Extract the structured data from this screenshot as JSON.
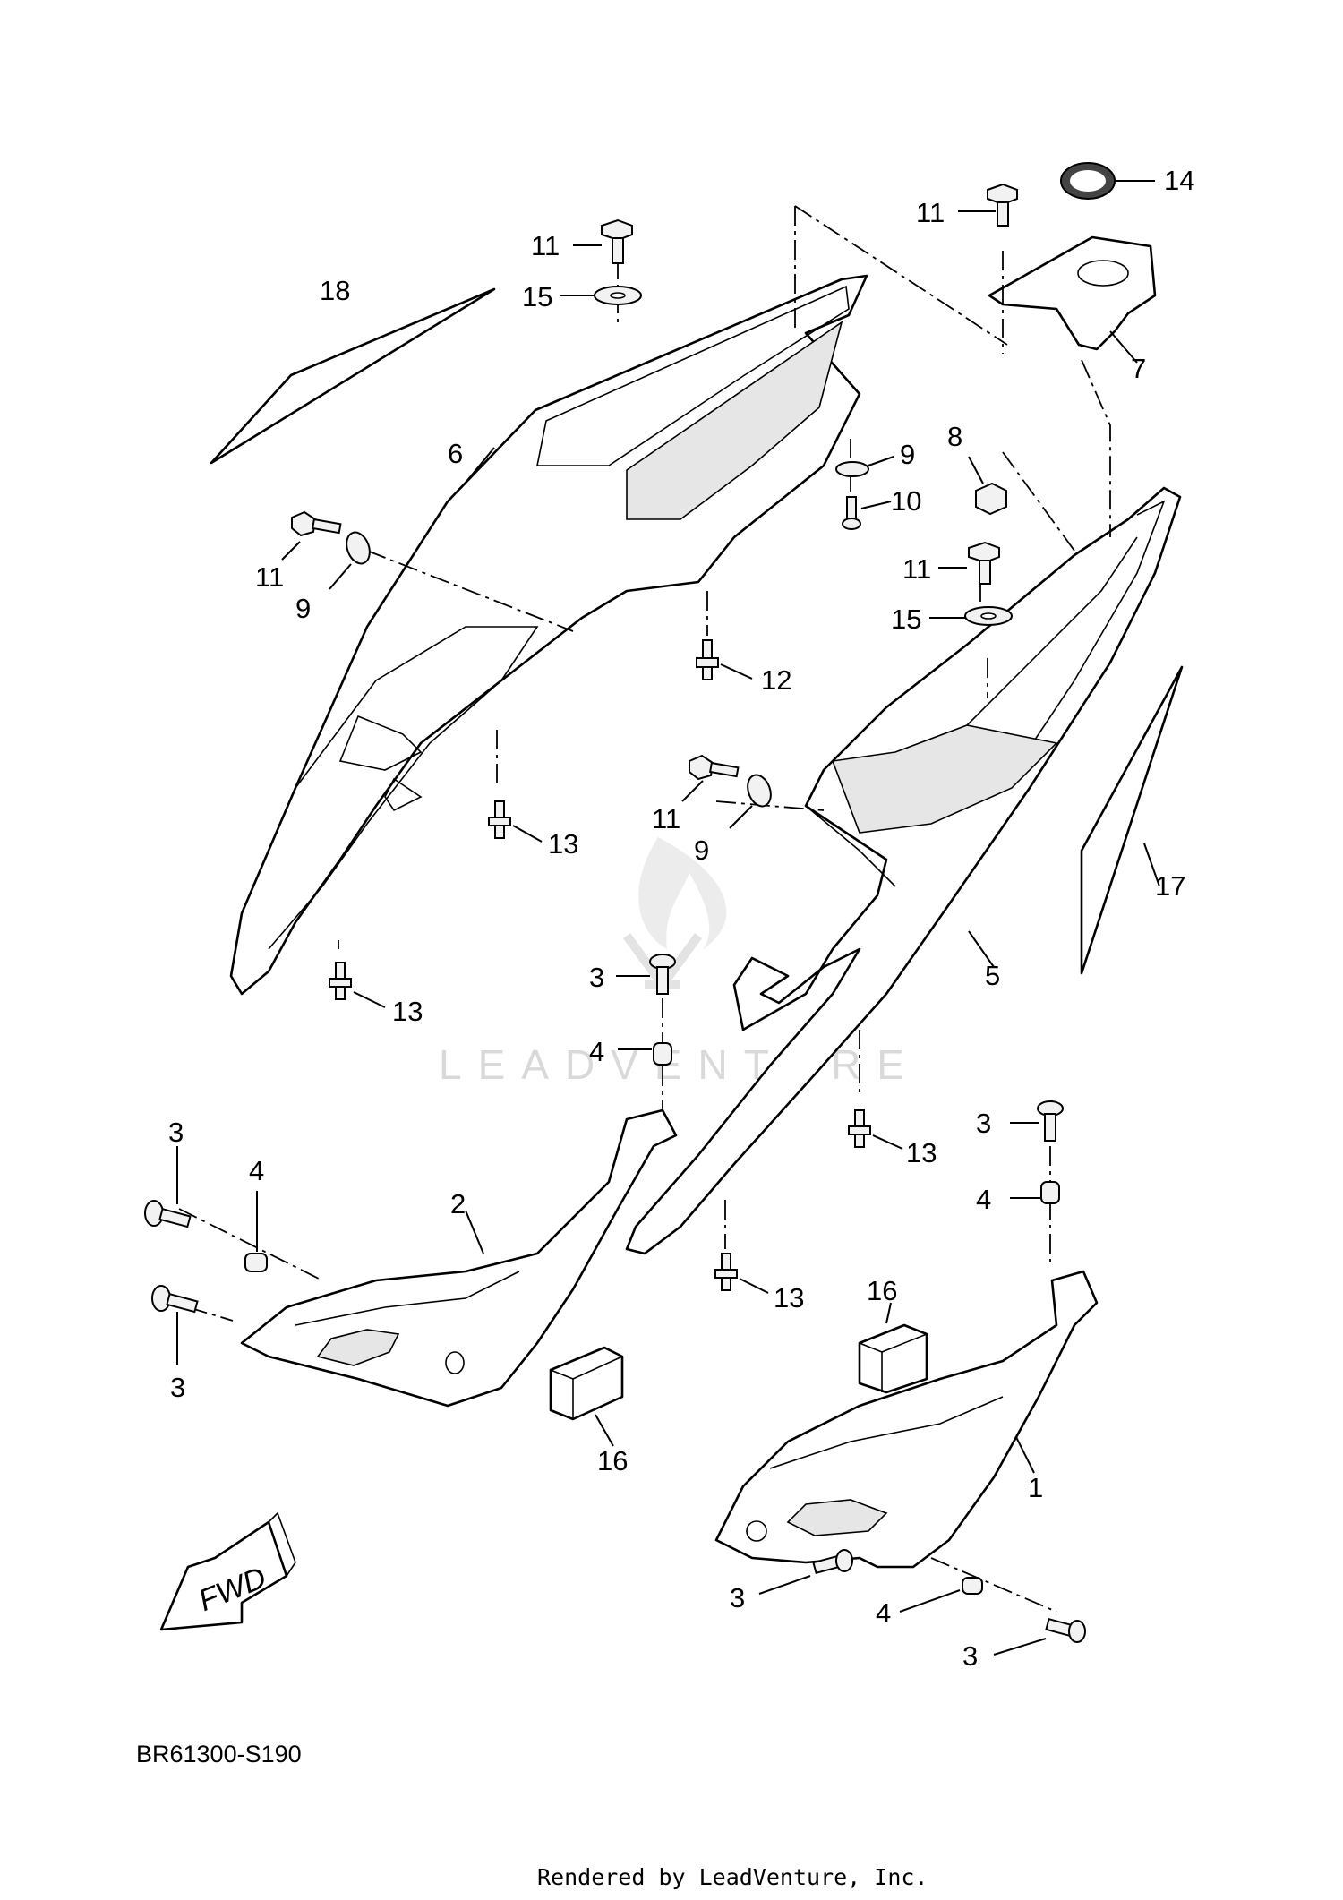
{
  "diagram_code": "BR61300-S190",
  "footer_text": "Rendered by LeadVenture, Inc.",
  "watermark_text": "LEADVENTURE",
  "fwd_label": "FWD",
  "callouts": {
    "n1": "1",
    "n2": "2",
    "n3a": "3",
    "n3b": "3",
    "n3c": "3",
    "n3d": "3",
    "n3e": "3",
    "n3f": "3",
    "n4a": "4",
    "n4b": "4",
    "n4c": "4",
    "n4d": "4",
    "n5": "5",
    "n6": "6",
    "n7": "7",
    "n8": "8",
    "n9a": "9",
    "n9b": "9",
    "n9c": "9",
    "n10": "10",
    "n11a": "11",
    "n11b": "11",
    "n11c": "11",
    "n11d": "11",
    "n11e": "11",
    "n12": "12",
    "n13a": "13",
    "n13b": "13",
    "n13c": "13",
    "n13d": "13",
    "n14": "14",
    "n15a": "15",
    "n15b": "15",
    "n16a": "16",
    "n16b": "16",
    "n17": "17",
    "n18": "18"
  },
  "colors": {
    "line": "#000000",
    "background": "#ffffff",
    "watermark": "#d9d9d9"
  }
}
